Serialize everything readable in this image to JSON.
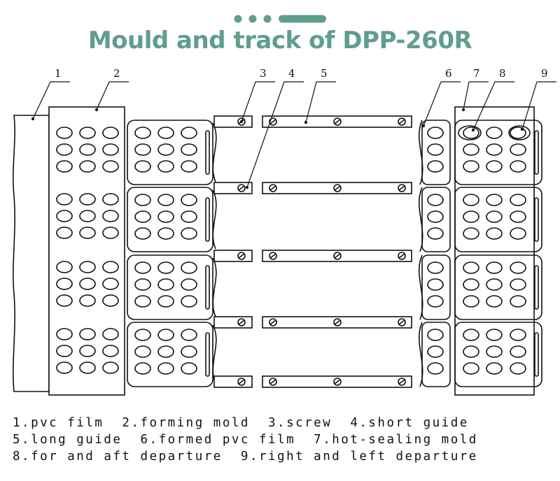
{
  "header": {
    "title": "Mould and track of DPP-260R",
    "accent_color": "#5f9e8f",
    "decoration": "three-dots-and-pill"
  },
  "diagram": {
    "part_numbers": [
      "1",
      "2",
      "3",
      "4",
      "5",
      "6",
      "7",
      "8",
      "9"
    ]
  },
  "legend": {
    "lines": [
      "1.pvc film  2.forming mold  3.screw  4.short guide",
      "5.long guide  6.formed pvc film  7.hot-sealing mold",
      "8.for and aft departure  9.right and left departure"
    ]
  }
}
